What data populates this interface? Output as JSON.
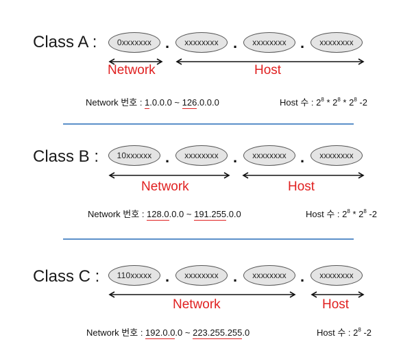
{
  "classes": [
    {
      "title": "Class A :",
      "octets": [
        "0xxxxxxx",
        "xxxxxxxx",
        "xxxxxxxx",
        "xxxxxxxx"
      ],
      "network_label": "Network",
      "host_label": "Host",
      "range_prefix": "Network 번호 : ",
      "range_start": "1",
      "range_start_rest": ".0.0.0 ~ ",
      "range_end": "126",
      "range_end_rest": ".0.0.0",
      "host_prefix": "Host 수 : ",
      "host_formula": "2^8 * 2^8 * 2^8 -2"
    },
    {
      "title": "Class B :",
      "octets": [
        "10xxxxxx",
        "xxxxxxxx",
        "xxxxxxxx",
        "xxxxxxxx"
      ],
      "network_label": "Network",
      "host_label": "Host",
      "range_prefix": "Network 번호 : ",
      "range_start": "128.0",
      "range_start_rest": ".0.0 ~ ",
      "range_end": "191.255",
      "range_end_rest": ".0.0",
      "host_prefix": "Host 수 : ",
      "host_formula": "2^8 * 2^8 -2"
    },
    {
      "title": "Class C :",
      "octets": [
        "110xxxxx",
        "xxxxxxxx",
        "xxxxxxxx",
        "xxxxxxxx"
      ],
      "network_label": "Network",
      "host_label": "Host",
      "range_prefix": "Network 번호 : ",
      "range_start": "192.0.0",
      "range_start_rest": ".0 ~ ",
      "range_end": "223.255.255",
      "range_end_rest": ".0",
      "host_prefix": "Host 수 : ",
      "host_formula": "2^8 -2"
    }
  ],
  "octet_separator": ".",
  "colors": {
    "accent": "#e02020",
    "divider": "#5b8fc9",
    "octet_fill": "#e4e4e4"
  }
}
